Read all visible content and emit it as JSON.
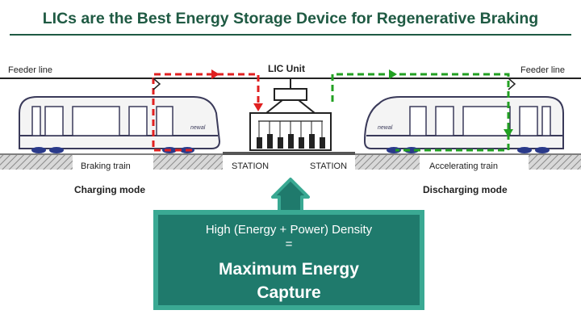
{
  "title": "LICs are the Best Energy Storage Device for Regenerative Braking",
  "diagram": {
    "feeder_line_left": "Feeder line",
    "feeder_line_right": "Feeder line",
    "lic_unit": "LIC Unit",
    "braking_train": "Braking train",
    "accelerating_train": "Accelerating train",
    "station_left": "STATION",
    "station_right": "STATION",
    "charging_mode": "Charging mode",
    "discharging_mode": "Discharging mode",
    "train_logo": "newal"
  },
  "callout": {
    "line1": "High (Energy + Power) Density",
    "line2": "=",
    "line3a": "Maximum Energy",
    "line3b": "Capture"
  },
  "colors": {
    "title": "#1f5a43",
    "charge_path": "#e02020",
    "discharge_path": "#22a022",
    "callout_fill": "#1f7a6c",
    "callout_border": "#3aa993"
  }
}
